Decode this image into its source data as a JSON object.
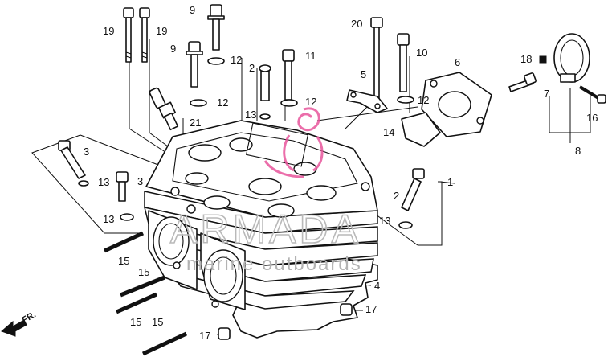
{
  "callouts": [
    {
      "id": "c19a",
      "text": "19"
    },
    {
      "id": "c19b",
      "text": "19"
    },
    {
      "id": "c9a",
      "text": "9"
    },
    {
      "id": "c9b",
      "text": "9"
    },
    {
      "id": "c12a",
      "text": "12"
    },
    {
      "id": "c12b",
      "text": "12"
    },
    {
      "id": "c12c",
      "text": "12"
    },
    {
      "id": "c12d",
      "text": "12"
    },
    {
      "id": "c2a",
      "text": "2"
    },
    {
      "id": "c2b",
      "text": "2"
    },
    {
      "id": "c11",
      "text": "11"
    },
    {
      "id": "c20",
      "text": "20"
    },
    {
      "id": "c10",
      "text": "10"
    },
    {
      "id": "c5",
      "text": "5"
    },
    {
      "id": "c6",
      "text": "6"
    },
    {
      "id": "c18",
      "text": "18"
    },
    {
      "id": "c7",
      "text": "7"
    },
    {
      "id": "c16",
      "text": "16"
    },
    {
      "id": "c8",
      "text": "8"
    },
    {
      "id": "c21",
      "text": "21"
    },
    {
      "id": "c13a",
      "text": "13"
    },
    {
      "id": "c13b",
      "text": "13"
    },
    {
      "id": "c13c",
      "text": "13"
    },
    {
      "id": "c13d",
      "text": "13"
    },
    {
      "id": "c3a",
      "text": "3"
    },
    {
      "id": "c3b",
      "text": "3"
    },
    {
      "id": "c14",
      "text": "14"
    },
    {
      "id": "c1",
      "text": "1"
    },
    {
      "id": "c15a",
      "text": "15"
    },
    {
      "id": "c15b",
      "text": "15"
    },
    {
      "id": "c15c",
      "text": "15"
    },
    {
      "id": "c15d",
      "text": "15"
    },
    {
      "id": "c4",
      "text": "4"
    },
    {
      "id": "c17a",
      "text": "17"
    },
    {
      "id": "c17b",
      "text": "17"
    }
  ],
  "direction_label": "FR.",
  "watermark": {
    "brand": "ARMADA",
    "tagline": "marine outboards",
    "logo_color": "#e8559b",
    "text_color": "#b9b9b9"
  }
}
